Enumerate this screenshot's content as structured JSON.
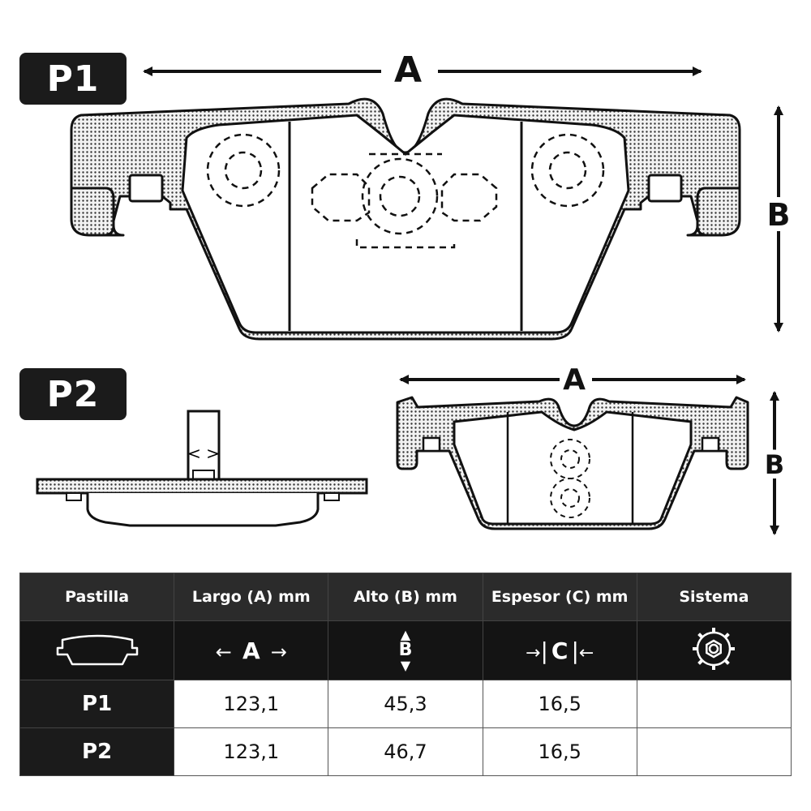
{
  "diagram": {
    "p1_badge": "P1",
    "p2_badge": "P2",
    "dim_a": "A",
    "dim_b": "B"
  },
  "table": {
    "headers": [
      "Pastilla",
      "Largo (A) mm",
      "Alto (B) mm",
      "Espesor (C) mm",
      "Sistema"
    ],
    "icons": {
      "pad": "pad-outline-icon",
      "a": "A",
      "b": "B",
      "c": "C",
      "system": "gear-nut-icon"
    },
    "rows": [
      {
        "label": "P1",
        "largo": "123,1",
        "alto": "45,3",
        "espesor": "16,5",
        "sistema": ""
      },
      {
        "label": "P2",
        "largo": "123,1",
        "alto": "46,7",
        "espesor": "16,5",
        "sistema": ""
      }
    ]
  }
}
